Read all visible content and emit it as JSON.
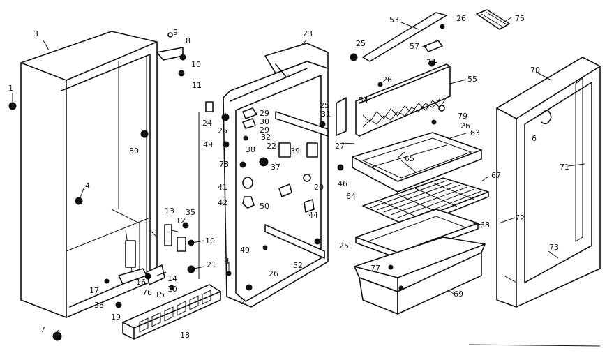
{
  "labels": {
    "l1": "1",
    "l2": "2",
    "l3": "3",
    "l4": "4",
    "l4b": "4",
    "l6": "6",
    "l7": "7",
    "l8": "8",
    "l9": "9",
    "l10a": "10",
    "l10b": "10",
    "l10c": "10",
    "l11": "11",
    "l12": "12",
    "l13": "13",
    "l14": "14",
    "l15": "15",
    "l16": "16",
    "l17": "17",
    "l18": "18",
    "l19": "19",
    "l20": "20",
    "l21": "21",
    "l22": "22",
    "l23": "23",
    "l24": "24",
    "l25a": "25",
    "l25b": "25",
    "l25c": "25",
    "l25d": "25",
    "l26a": "26",
    "l26b": "26",
    "l26c": "26",
    "l26d": "26",
    "l27": "27",
    "l29a": "29",
    "l29b": "29",
    "l30": "30",
    "l31": "31",
    "l32": "32",
    "l35": "35",
    "l37": "37",
    "l38a": "38",
    "l38b": "38",
    "l39": "39",
    "l41": "41",
    "l42": "42",
    "l44": "44",
    "l46": "46",
    "l49a": "49",
    "l49b": "49",
    "l50": "50",
    "l52": "52",
    "l53": "53",
    "l54": "54",
    "l55": "55",
    "l57": "57",
    "l63": "63",
    "l64": "64",
    "l65": "65",
    "l67": "67",
    "l68": "68",
    "l69": "69",
    "l70": "70",
    "l71": "71",
    "l72": "72",
    "l73": "73",
    "l74": "74",
    "l75": "75",
    "l76": "76",
    "l77": "77",
    "l78": "78",
    "l79": "79",
    "l80": "80"
  }
}
